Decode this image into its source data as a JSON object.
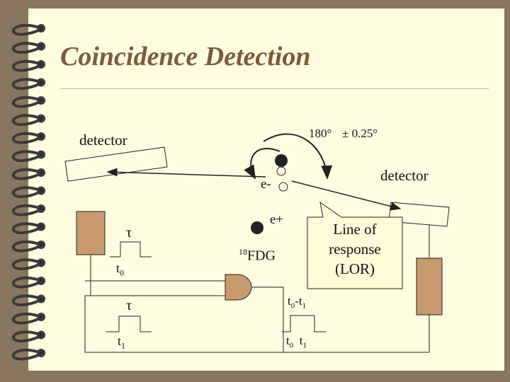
{
  "title": "Coincidence Detection",
  "labels": {
    "detector_left": "detector",
    "detector_right": "detector",
    "angle": "180°",
    "tolerance": "± 0.25°",
    "electron": "e-",
    "positron": "e+",
    "fdg_super": "18",
    "fdg": "FDG",
    "tau_top": "τ",
    "tau_bottom": "τ",
    "t0": "t",
    "t0_sub": "0",
    "t1": "t",
    "t1_sub": "1",
    "diff_t": "t",
    "diff_sub0": "0",
    "diff_dash": "-t",
    "diff_sub1": "1",
    "out_t0": "t",
    "out_t0_sub": "0",
    "out_t1": "t",
    "out_t1_sub": "1",
    "lor_line1": "Line of",
    "lor_line2": "response",
    "lor_line3": "(LOR)"
  },
  "colors": {
    "background": "#8a7560",
    "slide": "#fffde0",
    "title": "#7a5c3b",
    "pmt": "#c99a6e",
    "callout": "#fffbd6"
  }
}
